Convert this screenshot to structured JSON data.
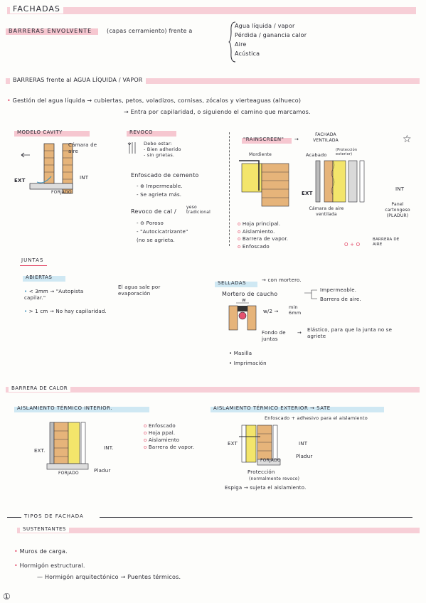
{
  "header": {
    "title": "FACHADAS"
  },
  "intro": {
    "label": "BARRERAS ENVOLVENTE",
    "sub": "(capas cerramiento) frente a",
    "items": [
      "Agua líquida / vapor",
      "Pérdida / ganancia calor",
      "Aire",
      "Acústica"
    ]
  },
  "water": {
    "heading": "BARRERAS frente al AGUA LÍQUIDA / VAPOR",
    "line1": "Gestión del agua líquida → cubiertas, petos, voladizos, cornisas, zócalos y vierteaguas (alhueco)",
    "line2": "→ Entra por capilaridad, o siguiendo el camino que marcamos."
  },
  "cavity": {
    "title": "MODELO CAVITY",
    "camara": "Cámara de aire",
    "ext": "EXT",
    "int": "INT",
    "forjado": "FORJADO"
  },
  "revoco": {
    "title": "REVOCO",
    "debe": [
      "Debe estar:",
      "- Bien adherido",
      "- sin grietas."
    ],
    "enfoscado": "Enfoscado de cemento",
    "enf_items": [
      "- ⊕ Impermeable.",
      "- Se agrieta más."
    ],
    "cal": "Revoco de cal /",
    "yeso": "yeso tradicional",
    "cal_items": [
      "- ⊖ Poroso",
      "- \"Autocicatrizante\"",
      "(no se agrieta."
    ]
  },
  "rainscreen": {
    "title": "\"RAINSCREEN\"",
    "arrow": "→",
    "fachada": "FACHADA VENTILADA",
    "star": "☆",
    "mordiente": "Mordiente",
    "acabado": "Acabado",
    "proteccion": "(Protección exterior)",
    "ext": "EXT",
    "int": "INT",
    "camara": "Cámara de aire ventilada",
    "panel": "Panel cartongeso (PLADUR)",
    "items": [
      "Hoja principal.",
      "Aislamiento.",
      "Barrera de vapor.",
      "Enfoscado"
    ],
    "plus": "O + O",
    "barrera_aire": "BARRERA DE AIRE"
  },
  "juntas": {
    "title": "JUNTAS",
    "abiertas": "ABIERTAS",
    "a1_left": "< 3mm → \"Autopista capilar.\"",
    "a1_right": "El agua sale por evaporación",
    "a2": "> 1 cm → No hay capilaridad.",
    "selladas": "SELLADAS",
    "selladas_sub": "→ con mortero.",
    "mortero": "Mortero de caucho",
    "mortero_r1": "Impermeable.",
    "mortero_r2": "Barrera de aire.",
    "w": "w",
    "wmin": "w/2 →",
    "min": "min 6mm",
    "fondo": "Fondo de juntas",
    "elastico": "Elástico, para que la junta no se agriete",
    "items": [
      "Masilla",
      "Imprimación"
    ]
  },
  "calor": {
    "heading": "BARRERA DE CALOR",
    "interior_title": "AISLAMIENTO TÉRMICO INTERIOR.",
    "int_ext": "EXT.",
    "int_int": "INT.",
    "int_forjado": "FORJADO",
    "int_pladur": "Pladur",
    "int_items": [
      "Enfoscado",
      "Hoja ppal.",
      "Aislamiento",
      "Barrera de vapor."
    ],
    "exterior_title": "AISLAMIENTO TÉRMICO EXTERIOR → SATE",
    "ext_top": "Enfoscado + adhesivo para el aislamiento",
    "ext_ext": "EXT",
    "ext_int": "INT",
    "ext_forjado": "FORJADO",
    "ext_pladur": "Pladur",
    "ext_proteccion": "Protección",
    "ext_proteccion_sub": "(normalmente revoco)",
    "espiga": "Espiga → sujeta el aislamiento."
  },
  "tipos": {
    "heading": "TIPOS DE FACHADA",
    "sustentantes": "SUSTENTANTES",
    "items": [
      "Muros de carga.",
      "Hormigón estructural."
    ],
    "sub": "— Hormigón arquitectónico → Puentes térmicos."
  },
  "page_number": "①",
  "colors": {
    "pink": "#f6c7d0",
    "blue": "#cfe8f3",
    "dot": "#e5526f",
    "yellow": "#f3e56b",
    "brick": "#e6b47a"
  }
}
